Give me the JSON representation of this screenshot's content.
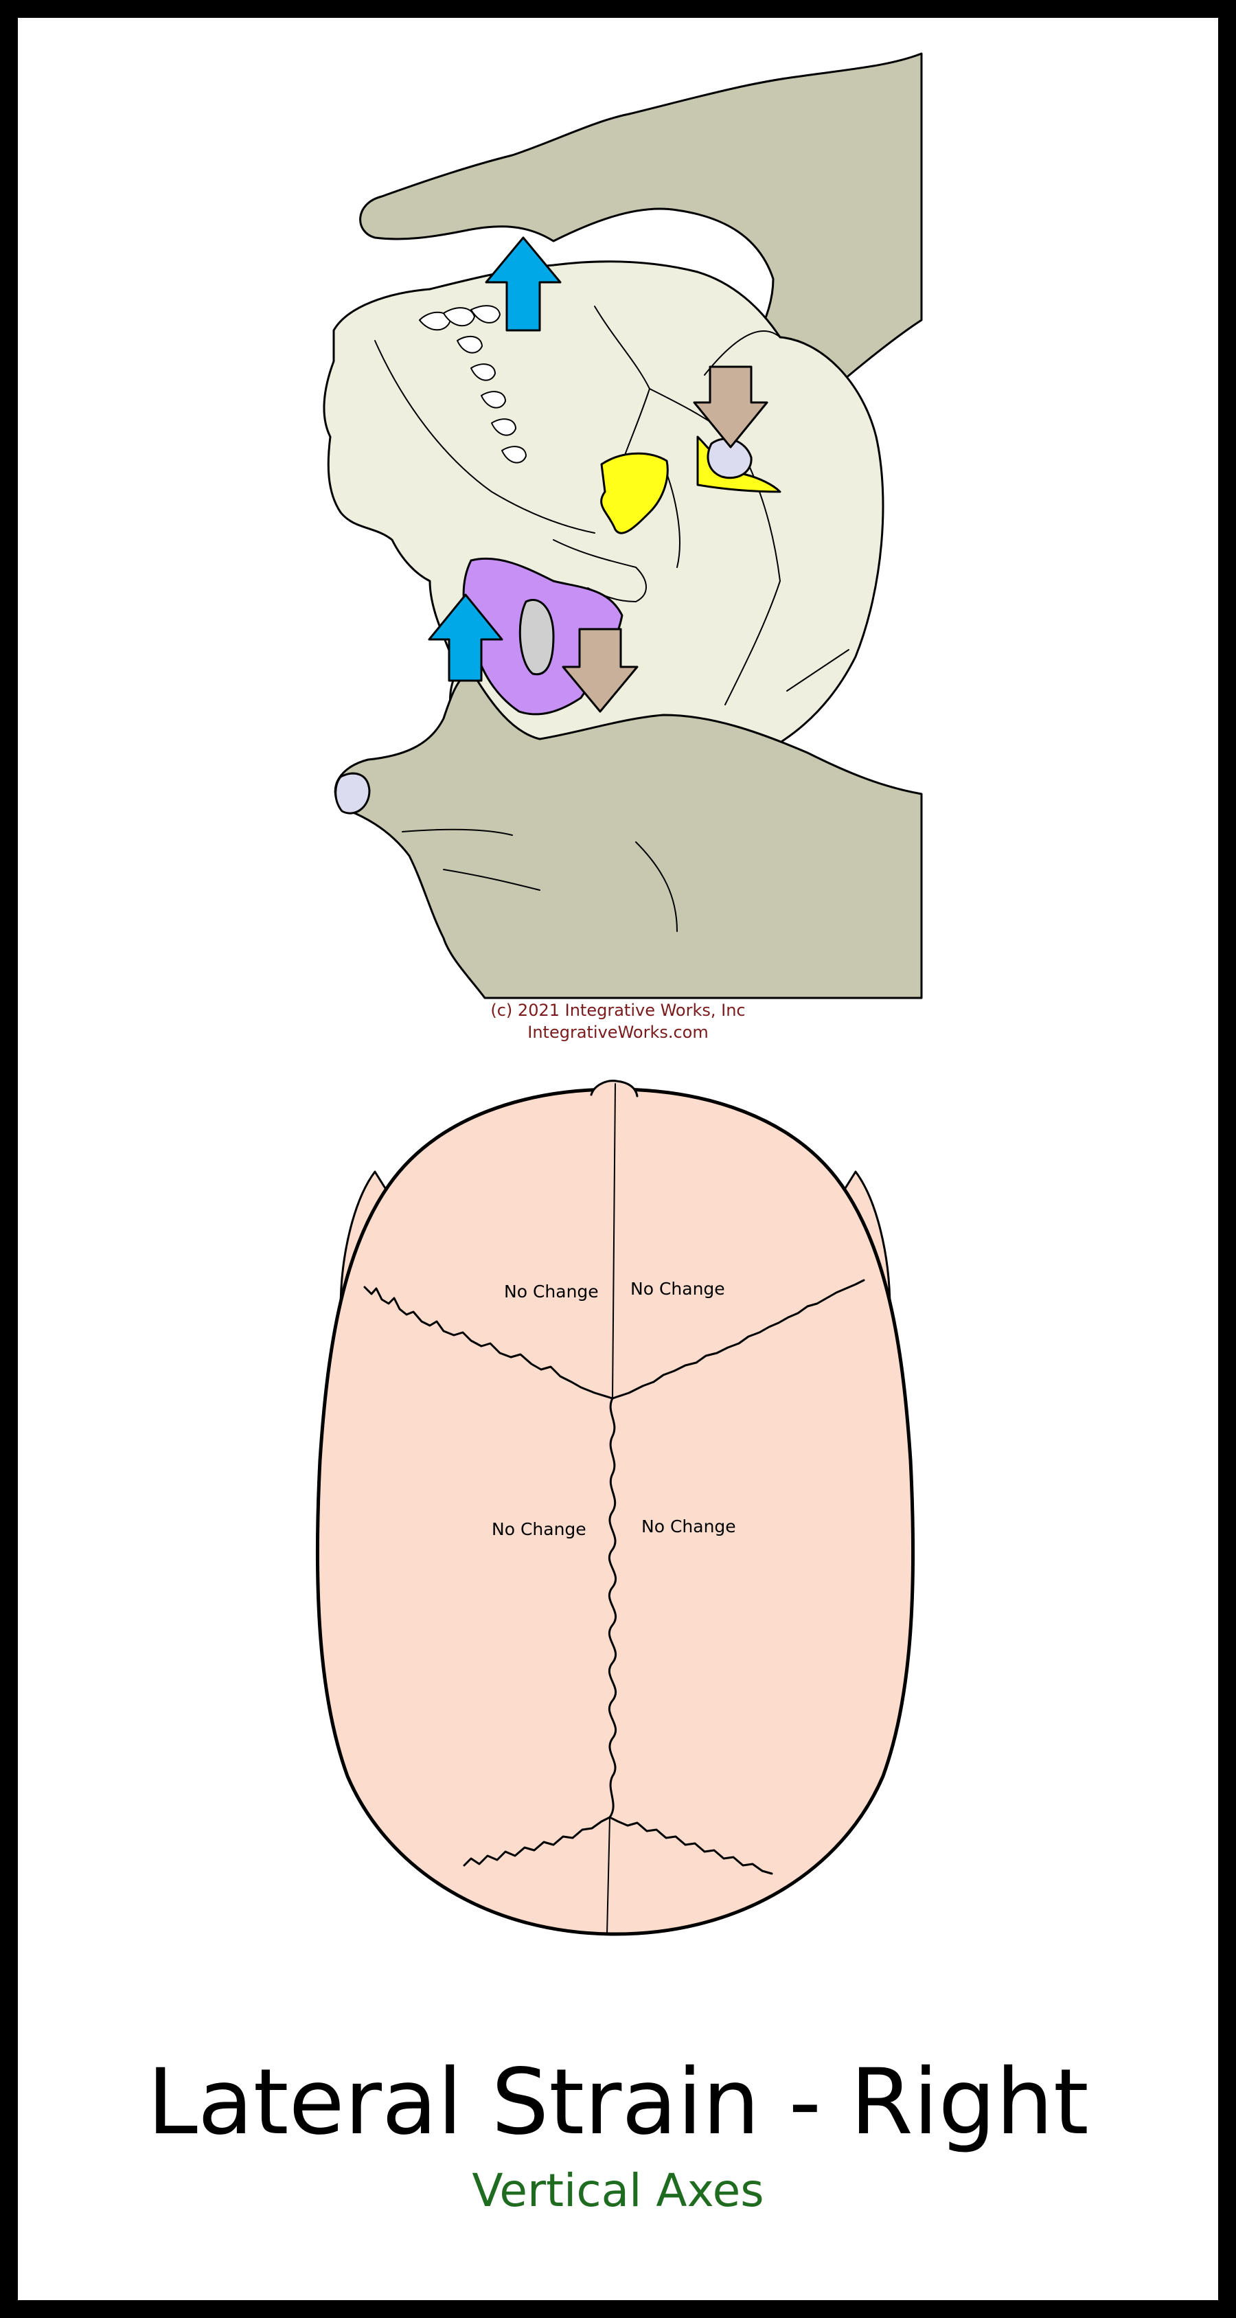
{
  "copyright": {
    "line1": "(c) 2021 Integrative Works, Inc",
    "line2": "IntegrativeWorks.com"
  },
  "skull_top_view": {
    "labels": {
      "frontal_left": "No Change",
      "frontal_right": "No Change",
      "parietal_left": "No Change",
      "parietal_right": "No Change"
    }
  },
  "title": "Lateral Strain - Right",
  "subtitle": "Vertical Axes",
  "colors": {
    "hand": "#c8c8b0",
    "skull_lateral": "#efefe0",
    "skull_top": "#fcdccd",
    "sphenoid": "#ffff1a",
    "occiput_region": "#c690f5",
    "arrow_up": "#00a8e8",
    "arrow_down": "#c9b09b",
    "fingernail": "#dcdcf0",
    "copyright": "#7b1a1a",
    "subtitle": "#1f6b1f"
  }
}
